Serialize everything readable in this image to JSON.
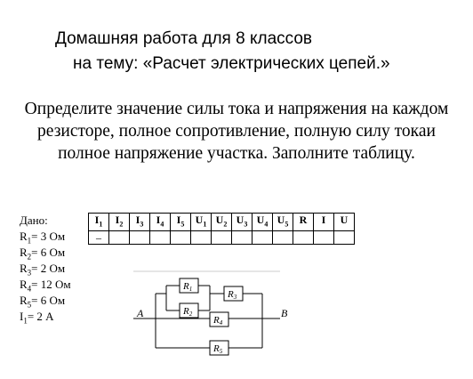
{
  "heading": {
    "line1": "Домашняя работа для 8 классов",
    "line2": "на тему: «Расчет электрических цепей.»"
  },
  "task": "Определите значение силы тока и напряжения на каждом резисторе, полное сопротивление, полную силу токаи полное напряжение участка. Заполните таблицу.",
  "given": {
    "label": "Дано:",
    "items": [
      {
        "sym": "R",
        "sub": "1",
        "val": "=  3 Ом"
      },
      {
        "sym": "R",
        "sub": "2",
        "val": "=  6 Ом"
      },
      {
        "sym": "R",
        "sub": "3",
        "val": "=  2 Ом"
      },
      {
        "sym": "R",
        "sub": "4",
        "val": "=  12 Ом"
      },
      {
        "sym": "R",
        "sub": "5",
        "val": "=  6 Ом"
      },
      {
        "sym": "I",
        "sub": "1",
        "val": "=  2 А"
      }
    ]
  },
  "table": {
    "headers": [
      {
        "sym": "I",
        "sub": "1"
      },
      {
        "sym": "I",
        "sub": "2"
      },
      {
        "sym": "I",
        "sub": "3"
      },
      {
        "sym": "I",
        "sub": "4"
      },
      {
        "sym": "I",
        "sub": "5"
      },
      {
        "sym": "U",
        "sub": "1"
      },
      {
        "sym": "U",
        "sub": "2"
      },
      {
        "sym": "U",
        "sub": "3"
      },
      {
        "sym": "U",
        "sub": "4"
      },
      {
        "sym": "U",
        "sub": "5"
      },
      {
        "sym": "R",
        "sub": ""
      },
      {
        "sym": "I",
        "sub": ""
      },
      {
        "sym": "U",
        "sub": ""
      }
    ],
    "values": [
      "–",
      "",
      "",
      "",
      "",
      "",
      "",
      "",
      "",
      "",
      "",
      "",
      ""
    ]
  },
  "circuit": {
    "node_a": "A",
    "node_b": "B",
    "resistors": [
      {
        "sym": "R",
        "sub": "1"
      },
      {
        "sym": "R",
        "sub": "2"
      },
      {
        "sym": "R",
        "sub": "3"
      },
      {
        "sym": "R",
        "sub": "4"
      },
      {
        "sym": "R",
        "sub": "5"
      }
    ]
  }
}
